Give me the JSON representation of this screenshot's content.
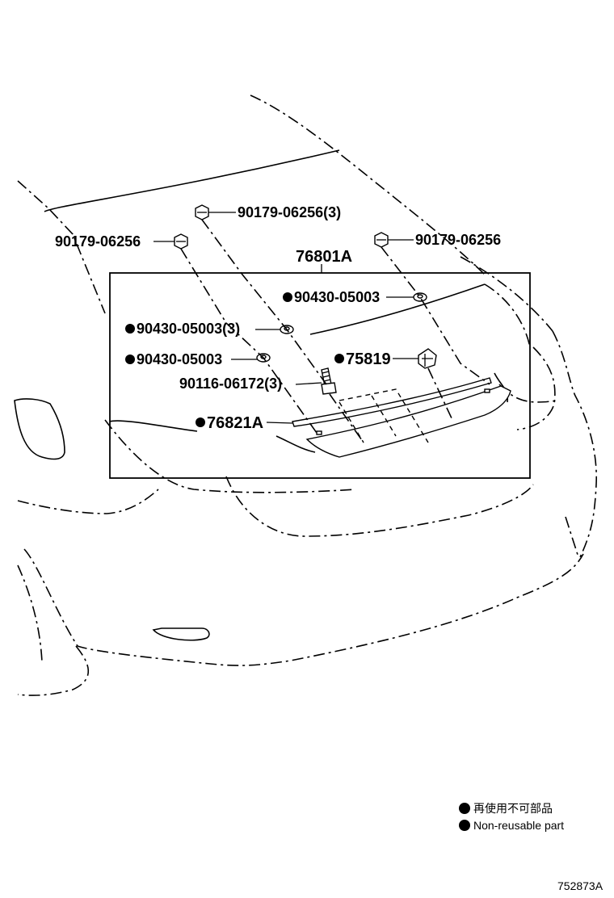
{
  "diagram": {
    "assembly_label": "76801A",
    "callouts": {
      "clip_top": "90179-06256(3)",
      "clip_left": "90179-06256",
      "clip_right": "90179-06256",
      "nut_a": "90430-05003",
      "nut_b": "90430-05003(3)",
      "nut_c": "90430-05003",
      "emblem": "75819",
      "bolt": "90116-06172(3)",
      "garnish": "76821A"
    },
    "legend": {
      "item_jp": "再使用不可部品",
      "item_en": "Non-reusable part"
    },
    "figure_code": "752873A"
  }
}
